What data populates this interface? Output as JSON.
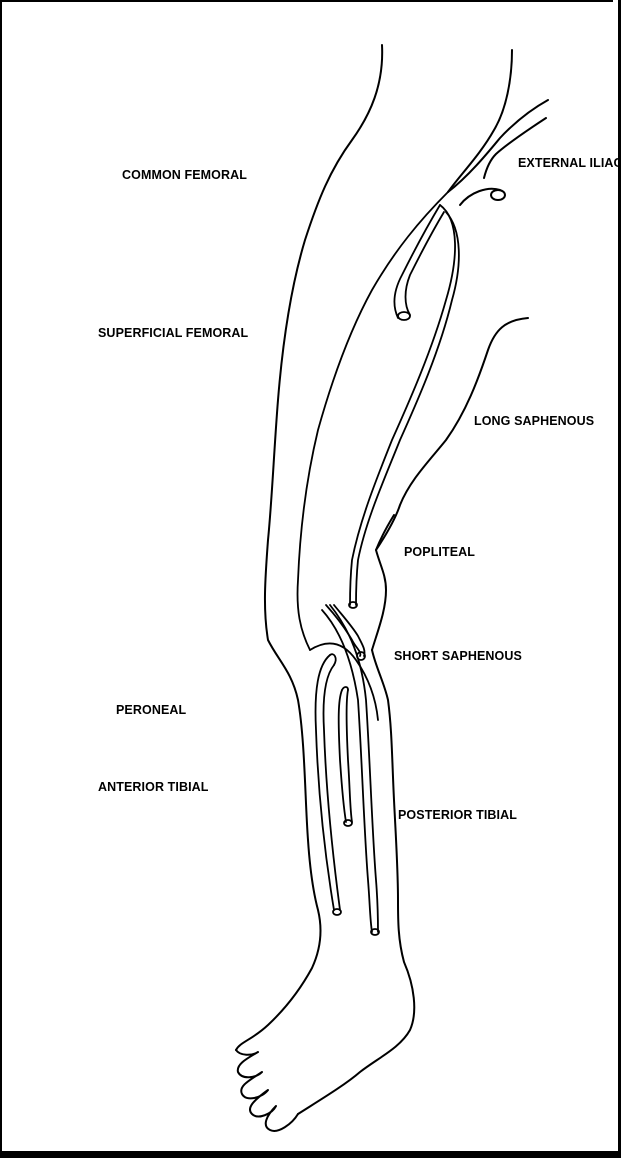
{
  "labels": {
    "common_femoral": "COMMON FEMORAL",
    "external_iliac": "EXTERNAL ILIAC",
    "superficial_femoral": "SUPERFICIAL FEMORAL",
    "long_saphenous": "LONG SAPHENOUS",
    "popliteal": "POPLITEAL",
    "short_saphenous": "SHORT SAPHENOUS",
    "peroneal": "PERONEAL",
    "anterior_tibial": "ANTERIOR TIBIAL",
    "posterior_tibial": "POSTERIOR TIBIAL"
  },
  "colors": {
    "ink": "#000000",
    "paper": "#ffffff"
  }
}
